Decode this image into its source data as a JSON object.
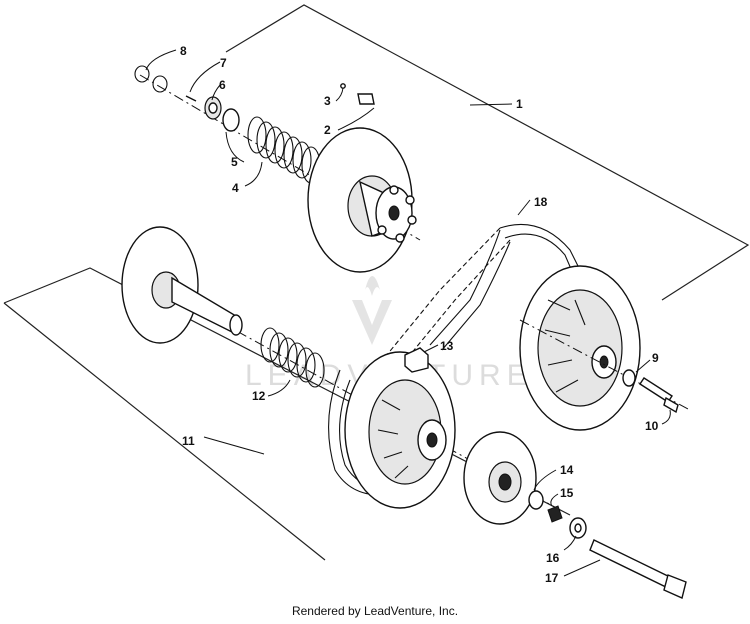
{
  "callouts": {
    "c1": "1",
    "c2": "2",
    "c3": "3",
    "c4": "4",
    "c5": "5",
    "c6": "6",
    "c7": "7",
    "c8": "8",
    "c9": "9",
    "c10": "10",
    "c11": "11",
    "c12": "12",
    "c13": "13",
    "c14": "14",
    "c15": "15",
    "c16": "16",
    "c17": "17",
    "c18": "18"
  },
  "watermark": {
    "text": "LEADVENTURE"
  },
  "footer": {
    "text": "Rendered by LeadVenture, Inc."
  }
}
